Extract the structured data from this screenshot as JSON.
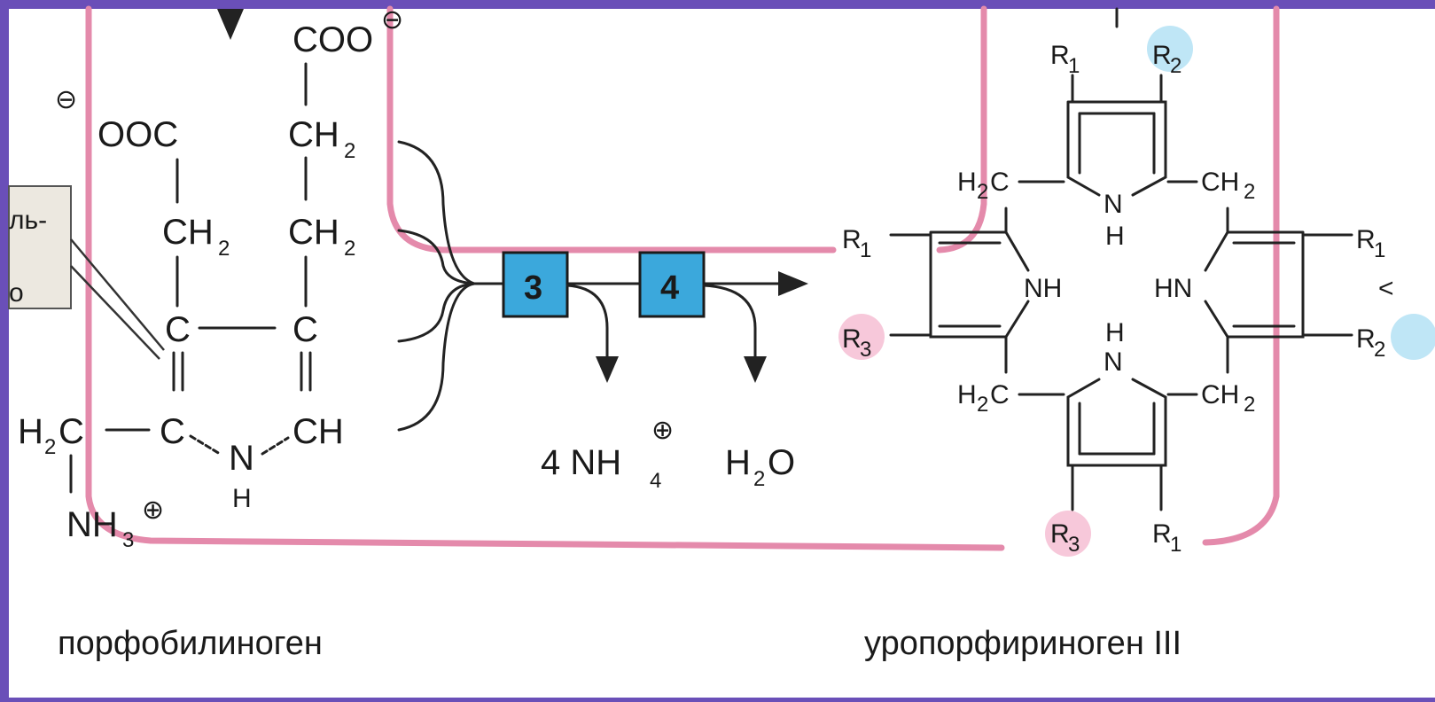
{
  "colors": {
    "frame": "#6a4fb8",
    "panel": "#ffffff",
    "pink_pathway": "#e48aab",
    "enzyme_box": "#3ba8dc",
    "highlight_blue": "#bfe6f6",
    "highlight_pink": "#f7c8da"
  },
  "left_molecule": {
    "name": "порфобилиноген",
    "groups": {
      "coo_top": "COO",
      "ooc_left": "OOC",
      "ch2": "CH",
      "h2c": "H",
      "c": "C",
      "ch": "CH",
      "n": "N",
      "h": "H",
      "nh3": "NH",
      "charge_neg": "⊖",
      "charge_pos": "⊕",
      "sub2": "2",
      "sub3": "3"
    },
    "callout_text": [
      "ль-",
      "о"
    ]
  },
  "reaction": {
    "enzymes": [
      "3",
      "4"
    ],
    "products": {
      "nh4_coefficient": "4 NH",
      "nh4_sub": "4",
      "nh4_charge": "⊕",
      "water": "H",
      "water_sub": "2",
      "water_o": "O"
    }
  },
  "right_molecule": {
    "name": "уропорфириноген III",
    "labels": {
      "r1": "R",
      "r2": "R",
      "r3": "R",
      "sub1": "1",
      "sub2": "2",
      "sub3": "3",
      "nh": "NH",
      "hn": "HN",
      "n": "N",
      "h": "H",
      "h2c": "H",
      "c": "C",
      "ch2": "CH",
      "two": "2"
    }
  },
  "icons": [
    "arrow-down-icon",
    "arrow-right-icon",
    "enzyme-box-icon"
  ]
}
